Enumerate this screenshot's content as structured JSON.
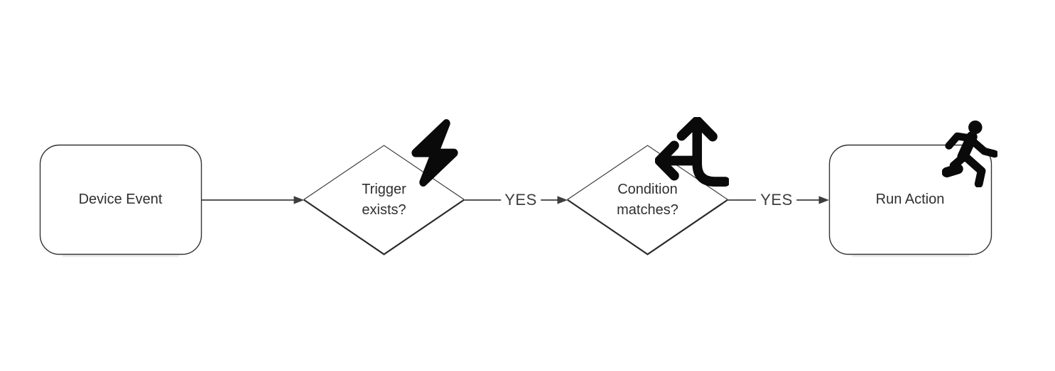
{
  "diagram": {
    "type": "flowchart",
    "background_color": "#ffffff",
    "line_color": "#3d3d3d",
    "node_border_color": "#333333",
    "text_color": "#2f2f2f",
    "icon_color": "#0a0a0a",
    "nodes": [
      {
        "id": "device-event",
        "shape": "rounded-rectangle",
        "label": "Device Event",
        "icon": null
      },
      {
        "id": "trigger-exists",
        "shape": "diamond",
        "label": "Trigger exists?",
        "label_lines": [
          "Trigger",
          "exists?"
        ],
        "icon": "lightning-bolt-icon"
      },
      {
        "id": "condition-matches",
        "shape": "diamond",
        "label": "Condition matches?",
        "label_lines": [
          "Condition",
          "matches?"
        ],
        "icon": "split-arrows-up-left-icon"
      },
      {
        "id": "run-action",
        "shape": "rounded-rectangle",
        "label": "Run Action",
        "icon": "person-running-icon"
      }
    ],
    "edges": [
      {
        "from": "device-event",
        "to": "trigger-exists",
        "label": ""
      },
      {
        "from": "trigger-exists",
        "to": "condition-matches",
        "label": "YES"
      },
      {
        "from": "condition-matches",
        "to": "run-action",
        "label": "YES"
      }
    ]
  }
}
